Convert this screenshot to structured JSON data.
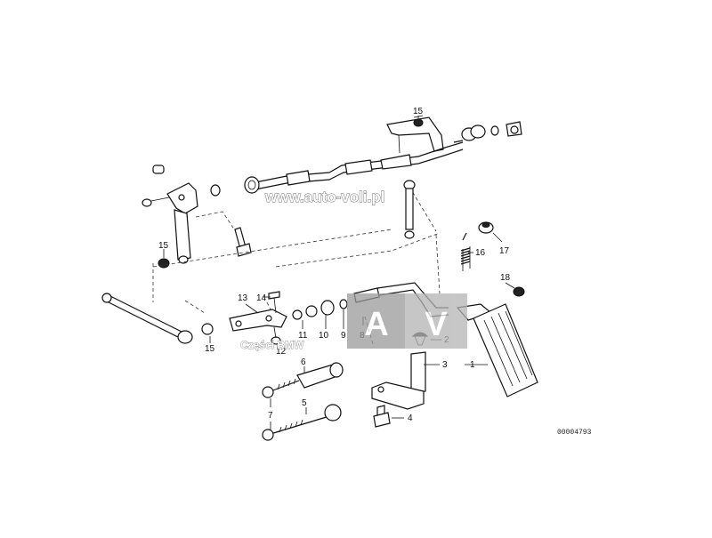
{
  "diagram": {
    "reference_code": "00004793",
    "callouts": [
      "1",
      "2",
      "3",
      "4",
      "5",
      "6",
      "7",
      "8",
      "9",
      "10",
      "11",
      "12",
      "13",
      "14",
      "15",
      "15",
      "15",
      "16",
      "17",
      "18"
    ]
  },
  "watermark": {
    "url": "www.auto-voli.pl",
    "logo_letters": "AV",
    "subtitle": "Części BMW"
  },
  "colors": {
    "line": "#111111",
    "logo_fill": "#9a9a9a",
    "background": "#ffffff"
  }
}
